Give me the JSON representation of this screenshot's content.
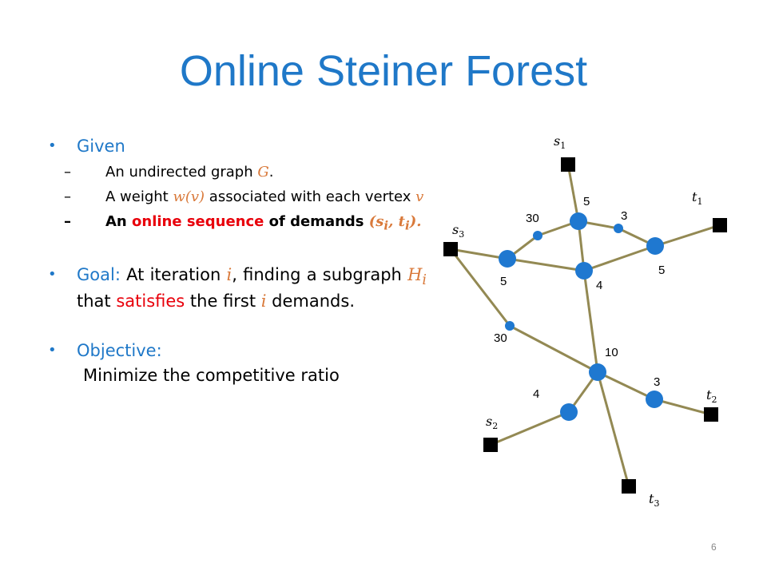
{
  "title": "Online Steiner Forest",
  "given": {
    "heading": "Given",
    "items": [
      {
        "pre": "An undirected graph ",
        "var": "G",
        "post": "."
      },
      {
        "pre": "A weight ",
        "var": "w(v)",
        "mid": " associated with each vertex ",
        "var2": "v"
      },
      {
        "b1": "An ",
        "red": "online sequence",
        "b2": " of demands ",
        "pair": "(s",
        "pair_sub1": "i",
        "pair_mid": ", t",
        "pair_sub2": "i",
        "pair_end": ")."
      }
    ]
  },
  "goal": {
    "label": "Goal:",
    "t1": " At iteration ",
    "var_i": "i",
    "t2": ", finding a subgraph ",
    "var_H": "H",
    "var_H_sub": "i",
    "t3": " that ",
    "red": "satisfies",
    "t4": " the first ",
    "var_i2": "i",
    "t5": " demands."
  },
  "objective": {
    "heading": "Objective:",
    "text": "Minimize the competitive ratio"
  },
  "graph": {
    "terminal_labels": [
      {
        "base": "s",
        "sub": "1"
      },
      {
        "base": "t",
        "sub": "1"
      },
      {
        "base": "s",
        "sub": "3"
      },
      {
        "base": "s",
        "sub": "2"
      },
      {
        "base": "t",
        "sub": "2"
      },
      {
        "base": "t",
        "sub": "3"
      }
    ],
    "weights": [
      "5",
      "3",
      "30",
      "5",
      "5",
      "4",
      "30",
      "10",
      "3",
      "4"
    ],
    "colors": {
      "edge": "#938953",
      "node": "#1f78d0",
      "terminal": "#000000"
    }
  },
  "page_number": "6"
}
